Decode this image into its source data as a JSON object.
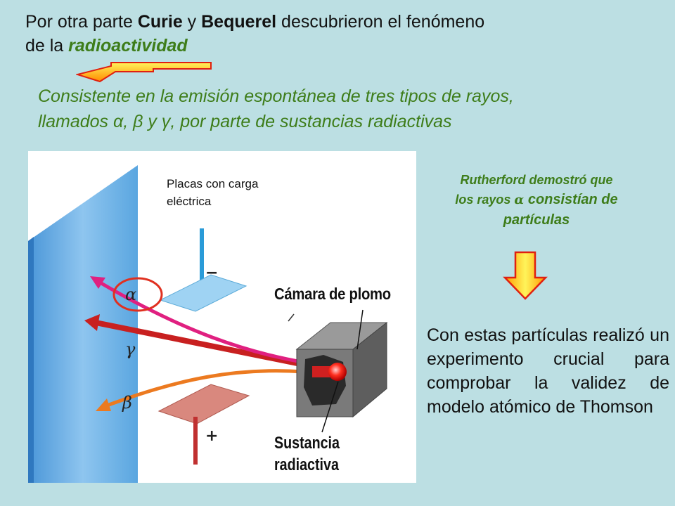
{
  "header": {
    "part1": "Por otra parte ",
    "curie": "Curie",
    "part2": " y ",
    "bequerel": "Bequerel",
    "part3": " descubrieron el fenómeno",
    "part4": "de la ",
    "radio": "radioactividad"
  },
  "subtitle": {
    "line1": "Consistente en la emisión espontánea de tres tipos de rayos,",
    "line2": "llamados  α, β y γ, por parte de sustancias radiactivas"
  },
  "figure": {
    "plates_label_1": "Placas con carga",
    "plates_label_2": "eléctrica",
    "minus": "−",
    "plus": "+",
    "alpha": "α",
    "gamma": "γ",
    "beta": "β",
    "camara": "Cámara de plomo",
    "sustancia_1": "Sustancia",
    "sustancia_2": "radiactiva"
  },
  "rutherford": {
    "line1": "Rutherford  demostró que",
    "line2a": "los rayos ",
    "alpha": "α",
    "line2b": " consistían de",
    "line3": "partículas"
  },
  "paragraph": {
    "text": "Con estas partículas realizó un experimento crucial para comprobar la validez de modelo atómico de Thomson"
  },
  "colors": {
    "background": "#bcdfe3",
    "green_text": "#3e7d1a",
    "arrow_fill": "#ffd400",
    "arrow_stroke": "#e02010"
  }
}
